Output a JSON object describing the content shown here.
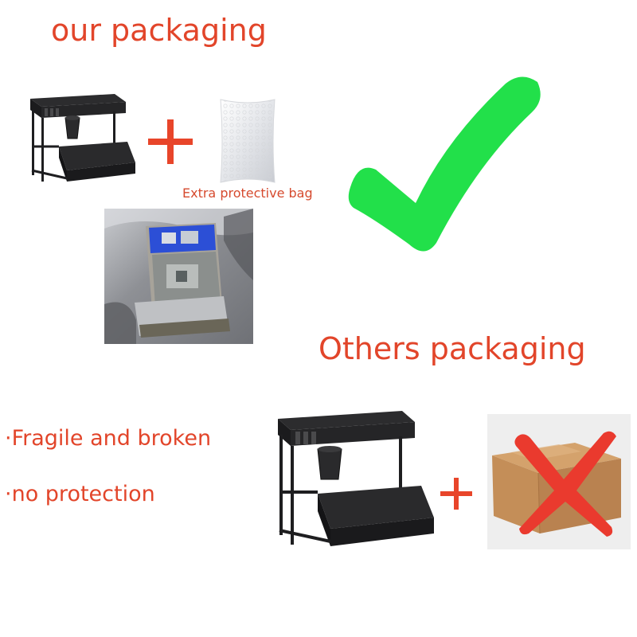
{
  "top_section": {
    "title": "our packaging",
    "bag_caption": "Extra protective bag"
  },
  "bottom_section": {
    "title": "Others packaging",
    "bullets": [
      "·Fragile and broken",
      "·no protection"
    ]
  },
  "colors": {
    "heading_red": "#e2452a",
    "check_green": "#22e04a",
    "cross_red": "#ea3a2e"
  },
  "icons": {
    "approve": "check-mark-icon",
    "reject": "cross-mark-icon",
    "plus": "plus-icon"
  }
}
